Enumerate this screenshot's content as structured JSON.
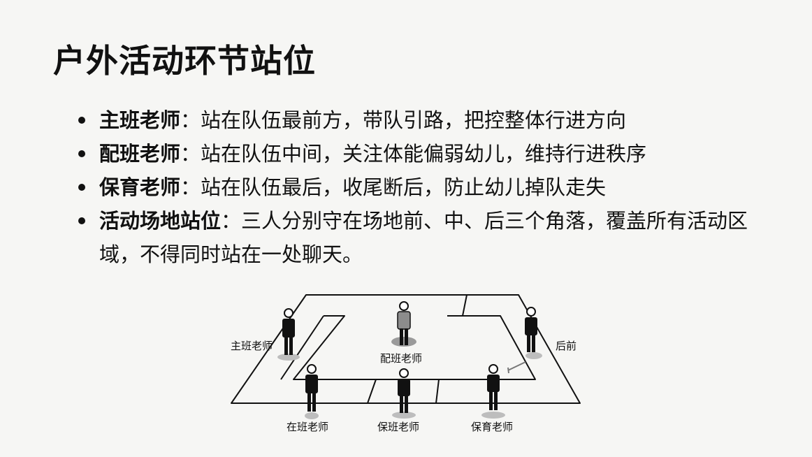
{
  "slide": {
    "title": "户外活动环节站位",
    "bullets": [
      {
        "term": "主班老师",
        "sep": "：",
        "desc": "站在队伍最前方，带队引路，把控整体行进方向"
      },
      {
        "term": "配班老师",
        "sep": "：",
        "desc": "站在队伍中间，关注体能偏弱幼儿，维持行进秩序"
      },
      {
        "term": "保育老师",
        "sep": "：",
        "desc": "站在队伍最后，收尾断后，防止幼儿掉队走失"
      },
      {
        "term": "活动场地站位",
        "sep": "：",
        "desc": "三人分别守在场地前、中、后三个角落，覆盖所有活动区域，不得同时站在一处聊天。"
      }
    ]
  },
  "diagram": {
    "labels": {
      "zhuban": "主班老师",
      "peiban": "配班老师",
      "houqian": "后前",
      "zaiban": "在班老师",
      "baoban": "保班老师",
      "baoyu": "保育老师"
    }
  }
}
